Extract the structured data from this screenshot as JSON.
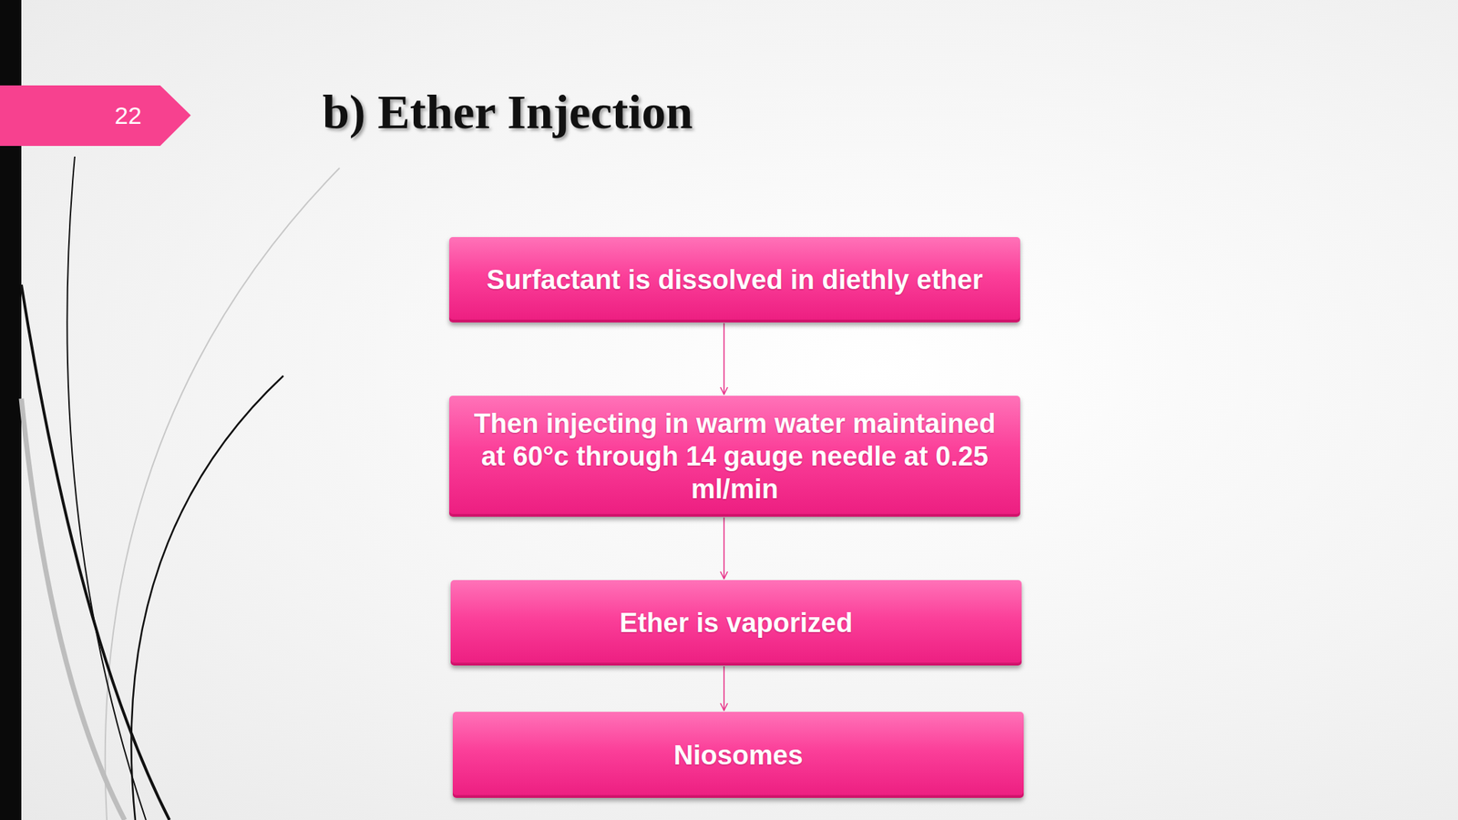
{
  "diagram": {
    "title": "b) Ether Injection",
    "nodes": [
      {
        "text": [
          "Surfactant is dissolved in diethly ether"
        ]
      },
      {
        "text": [
          "Then injecting in warm water maintained at 60°c through 14 gauge needle at 0.25 ml/min"
        ]
      },
      {
        "text": [
          "Ether is vaporized"
        ]
      },
      {
        "text": [
          "Niosomes"
        ]
      }
    ],
    "edges": [
      {
        "from": 0,
        "to": 1,
        "arrow": "to"
      },
      {
        "from": 1,
        "to": 2,
        "arrow": "to"
      },
      {
        "from": 2,
        "to": 3,
        "arrow": "to"
      }
    ],
    "labels": [
      "22"
    ]
  }
}
